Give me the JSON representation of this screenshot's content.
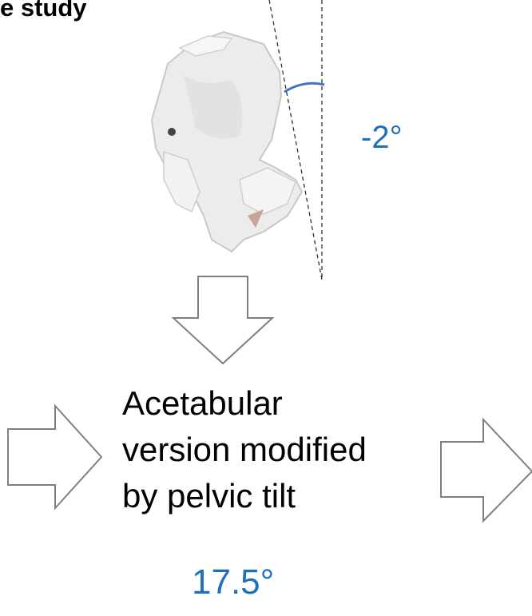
{
  "heading": "e study",
  "measured_angle": "-2°",
  "description": {
    "line1": "Acetabular",
    "line2": "version modified",
    "line3": "by pelvic tilt"
  },
  "result_value": "17.5°",
  "colors": {
    "accent": "#1f6fbf",
    "text": "#000000",
    "arrow_stroke": "#7f7f7f"
  }
}
